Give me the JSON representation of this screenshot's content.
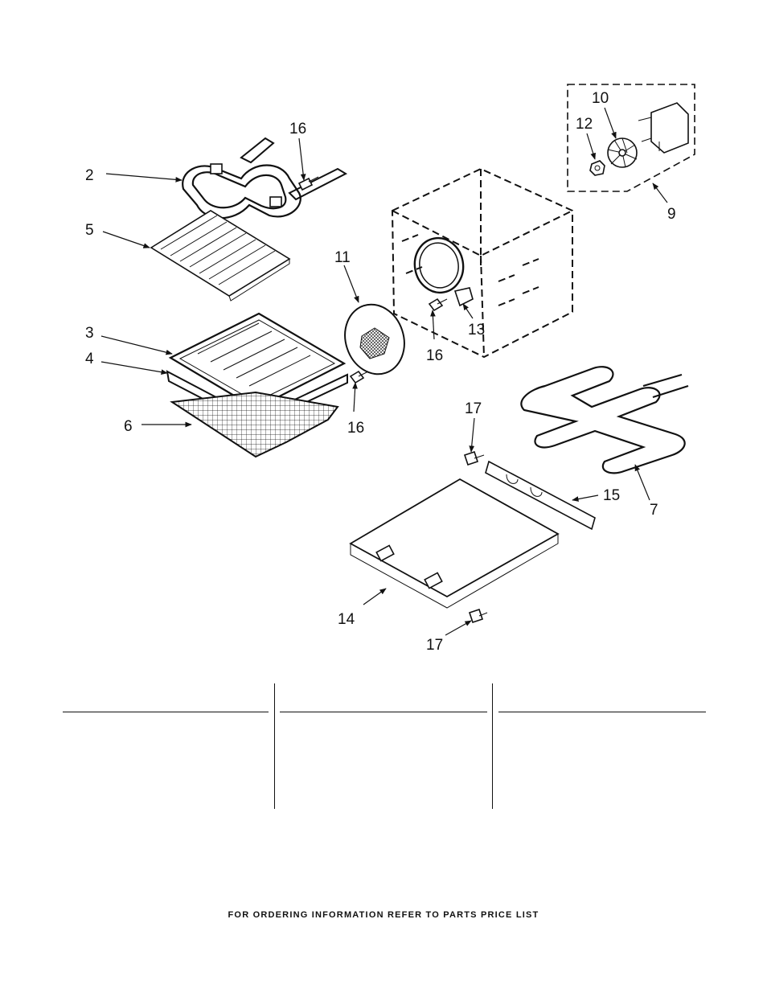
{
  "callouts": {
    "c2": "2",
    "c3": "3",
    "c4": "4",
    "c5": "5",
    "c6": "6",
    "c7": "7",
    "c9": "9",
    "c10": "10",
    "c11": "11",
    "c12": "12",
    "c13": "13",
    "c14": "14",
    "c15": "15",
    "c16a": "16",
    "c16b": "16",
    "c16c": "16",
    "c17a": "17",
    "c17b": "17"
  },
  "footer": {
    "note": "FOR ORDERING INFORMATION REFER TO PARTS PRICE LIST"
  }
}
